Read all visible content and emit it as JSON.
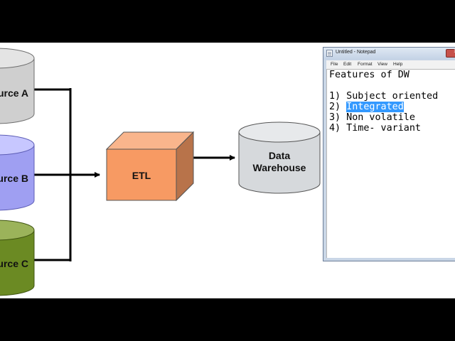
{
  "diagram": {
    "sources": [
      {
        "label": "urce A",
        "color_top": "#e4e4e4",
        "color_body": "#cfcfcf"
      },
      {
        "label": "urce B",
        "color_top": "#c7c7ff",
        "color_body": "#9f9ff2"
      },
      {
        "label": "urce C",
        "color_top": "#9bb35a",
        "color_body": "#6b8a23"
      }
    ],
    "etl_label": "ETL",
    "etl_color": "#f79a63",
    "warehouse_label_line1": "Data",
    "warehouse_label_line2": "Warehouse",
    "warehouse_color": "#d6d9dc"
  },
  "notepad": {
    "title": "Untitled - Notepad",
    "menu": [
      "File",
      "Edit",
      "Format",
      "View",
      "Help"
    ],
    "lines": {
      "heading": "Features of DW",
      "item1": "1) Subject oriented",
      "item2_prefix": "2) ",
      "item2_selected": "Integrated",
      "item3": "3) Non volatile",
      "item4": "4) Time- variant"
    }
  }
}
